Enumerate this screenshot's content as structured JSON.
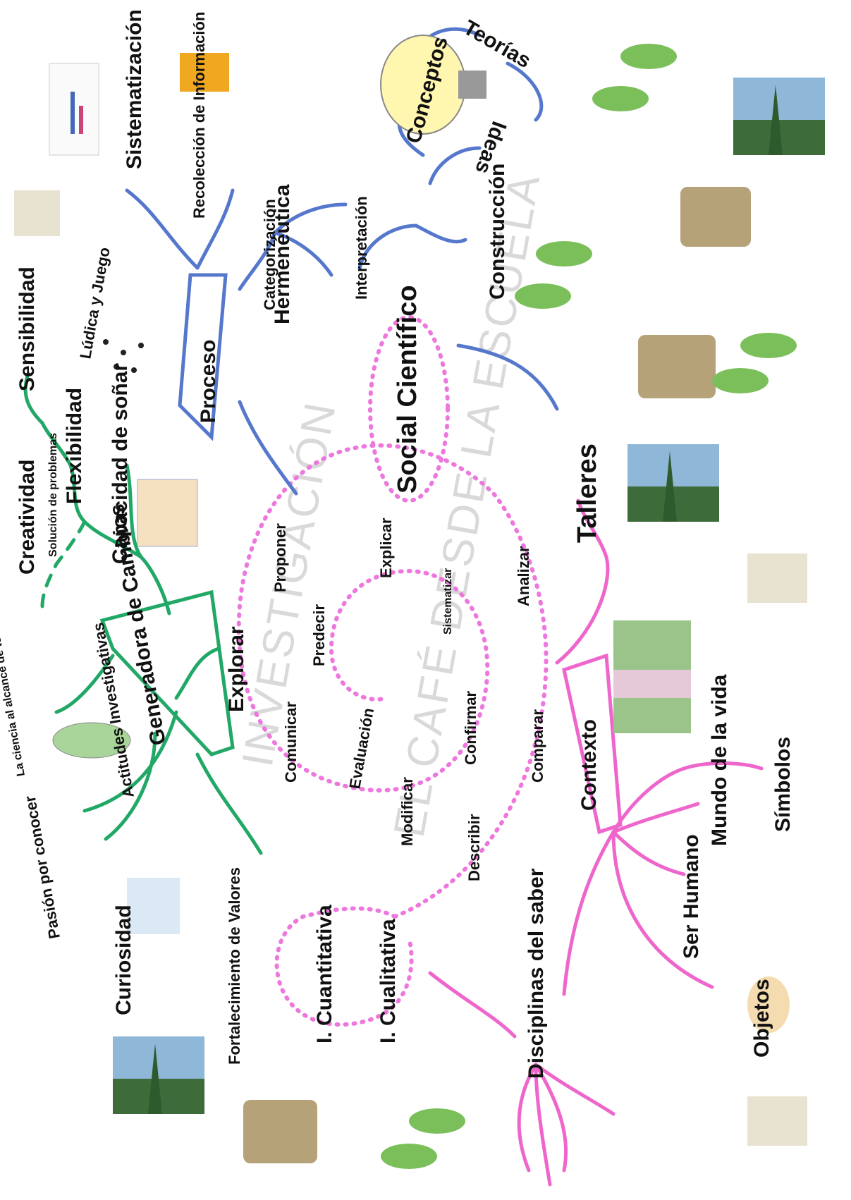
{
  "watermark": {
    "line1": "INVESTIGACIÓN",
    "line2": "EL CAFÉ DESDE LA ESCUELA"
  },
  "green_branch": {
    "box": "Generadora de Cambios",
    "labels": {
      "creatividad": "Creatividad",
      "sensibilidad": "Sensibilidad",
      "solucion": "Solución de problemas",
      "flexibilidad": "Flexibilidad",
      "ludica": "Lúdica y Juego",
      "sonar": "Capacidad de soñar",
      "explorar": "Explorar",
      "ciencia": "La ciencia al alcance de todos",
      "actitudes": "Actitudes Investigativas",
      "pasion": "Pasión por conocer",
      "curiosidad": "Curiosidad",
      "valores": "Fortalecimiento de Valores"
    }
  },
  "blue_branch": {
    "box": "Proceso",
    "labels": {
      "sistematizacion": "Sistematización",
      "recoleccion": "Recolección de Información",
      "categorizacion": "Categorización",
      "interpretacion": "Interpretación",
      "hermeneutica": "Hermenéutica",
      "construccion": "Construcción",
      "conceptos": "Conceptos",
      "teorias": "Teorías",
      "ideas": "Ideas",
      "talleres": "Talleres"
    }
  },
  "pink_branch": {
    "box": "Contexto",
    "labels": {
      "simbolos": "Símbolos",
      "mundo": "Mundo de la vida",
      "ser_humano": "Ser Humano",
      "objetos": "Objetos",
      "disciplinas": "Disciplinas del saber",
      "cuantitativa": "I. Cuantitativa",
      "cualitativa": "I. Cualitativa",
      "social": "Social Científico"
    }
  },
  "spiral": {
    "labels": {
      "proponer": "Proponer",
      "explicar": "Explicar",
      "analizar": "Analizar",
      "sistematizar": "Sistematizar",
      "predecir": "Predecir",
      "comunicar": "Comunicar",
      "evaluacion": "Evaluación",
      "confirmar": "Confirmar",
      "comparar": "Comparar",
      "modificar": "Modificar",
      "describir": "Describir"
    }
  },
  "colors": {
    "green": "#22a866",
    "blue": "#5577cc",
    "pink": "#ee66cc",
    "spiral": "#ee77dd"
  }
}
